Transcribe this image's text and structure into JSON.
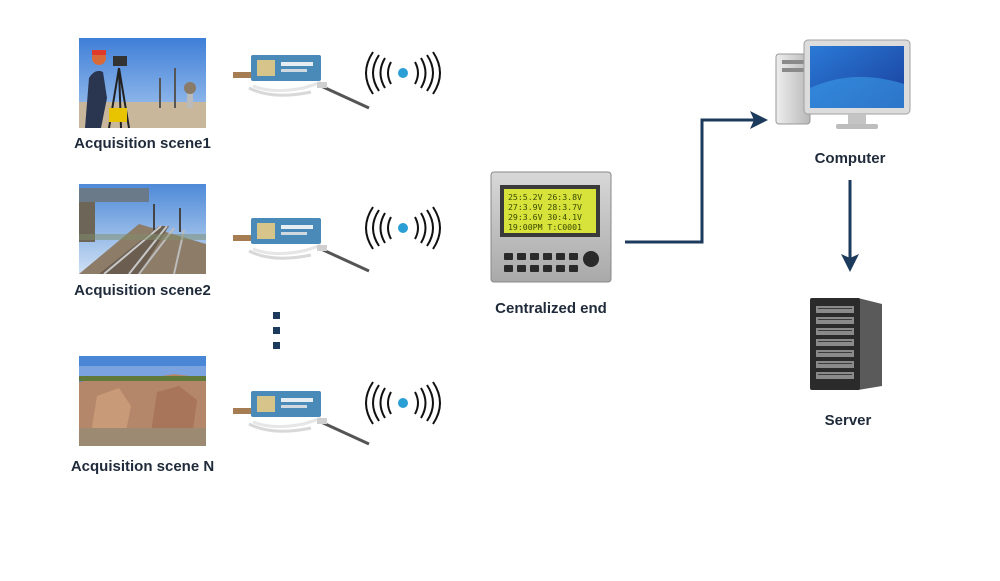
{
  "scenes": [
    {
      "label": "Acquisition scene1"
    },
    {
      "label": "Acquisition scene2"
    },
    {
      "label": "Acquisition scene N"
    }
  ],
  "centralized": {
    "label": "Centralized end",
    "lcd_lines": [
      "25:5.2V 26:3.8V",
      "27:3.9V 28:3.7V",
      "29:3.6V 30:4.1V",
      "19:00PM  T:C0001"
    ]
  },
  "computer": {
    "label": "Computer"
  },
  "server": {
    "label": "Server"
  },
  "colors": {
    "arrow": "#1c3a5c",
    "signal_dot": "#2a9fd6",
    "text": "#1f2a3a"
  }
}
